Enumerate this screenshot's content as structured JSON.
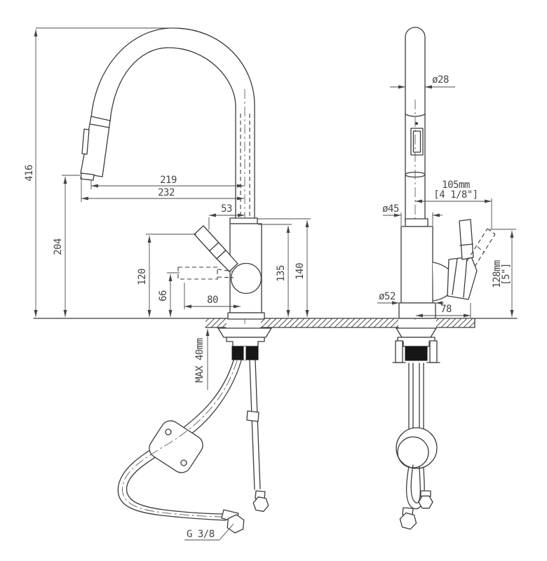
{
  "drawing": {
    "front": {
      "dim416": "416",
      "dim204": "204",
      "dim219": "219",
      "dim232": "232",
      "dim53": "53",
      "dim120": "120",
      "dim66": "66",
      "dim80": "80",
      "dim135": "135",
      "dim140": "140"
    },
    "side": {
      "spray_diameter": "ø28",
      "reach_mm": "105mm",
      "reach_in": "[4 1/8\"]",
      "body_diameter": "ø45",
      "base_diameter": "ø52",
      "dim78": "78",
      "handle_mm": "128mm",
      "handle_in": "[5\"]"
    },
    "install": {
      "max_counter": "MAX 40mm",
      "thread": "G 3/8"
    }
  }
}
